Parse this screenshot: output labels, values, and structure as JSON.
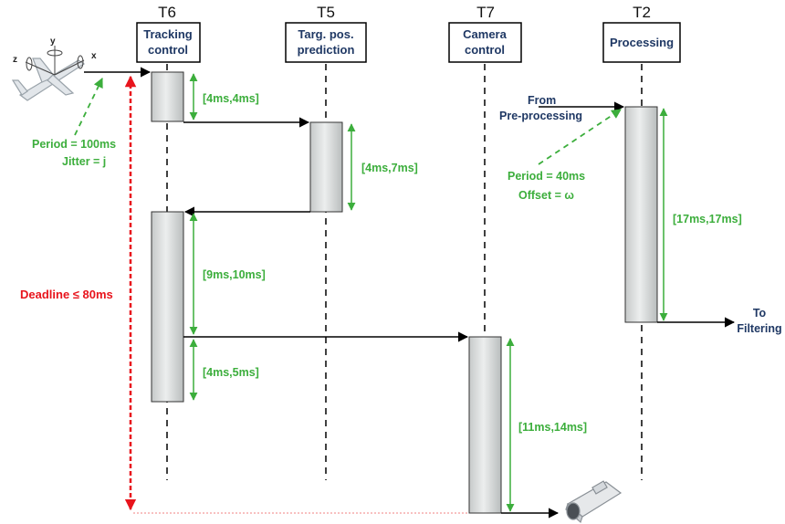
{
  "tasks": [
    {
      "id": "T6",
      "line1": "Tracking",
      "line2": "control"
    },
    {
      "id": "T5",
      "line1": "Targ. pos.",
      "line2": "prediction"
    },
    {
      "id": "T7",
      "line1": "Camera",
      "line2": "control"
    },
    {
      "id": "T2",
      "line1": "Processing",
      "line2": ""
    }
  ],
  "intervals": [
    "[4ms,4ms]",
    "[4ms,7ms]",
    "[9ms,10ms]",
    "[4ms,5ms]",
    "[11ms,14ms]",
    "[17ms,17ms]"
  ],
  "aircraft": {
    "period": "Period = 100ms",
    "jitter": "Jitter = j",
    "axes": [
      "z",
      "y",
      "x"
    ]
  },
  "preprocessing": {
    "line1": "From",
    "line2": "Pre-processing",
    "period": "Period = 40ms",
    "offset": "Offset = ω"
  },
  "output": {
    "line1": "To",
    "line2": "Filtering"
  },
  "deadline": "Deadline ≤ 80ms",
  "colors": {
    "interval": "#3cae3c",
    "deadline": "#e8141c",
    "header_text": "#1f3864",
    "bar_fill": "#d9dcdc"
  }
}
